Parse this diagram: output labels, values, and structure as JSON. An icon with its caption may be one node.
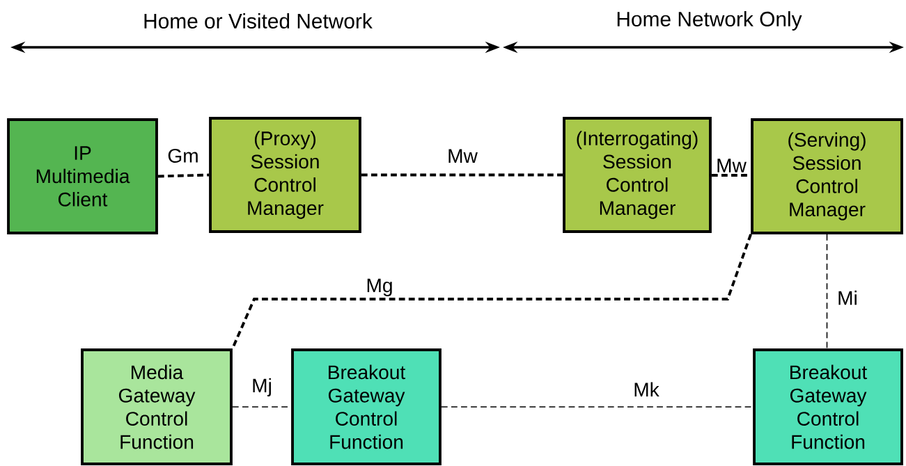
{
  "diagram": {
    "nodes": [
      {
        "text": [
          "IP Multimedia Client"
        ]
      },
      {
        "text": [
          "(Proxy) Session Control Manager"
        ]
      },
      {
        "text": [
          "(Interrogating) Session Control Manager"
        ]
      },
      {
        "text": [
          "(Serving) Session Control Manager"
        ]
      },
      {
        "text": [
          "Media Gateway Control Function"
        ]
      },
      {
        "text": [
          "Breakout Gateway Control Function"
        ]
      },
      {
        "text": [
          "Breakout Gateway Control Function"
        ]
      }
    ],
    "edges": [
      {
        "from": 0,
        "to": 1,
        "arrow": "none",
        "label": "Gm",
        "style": "dashed"
      },
      {
        "from": 1,
        "to": 2,
        "arrow": "none",
        "label": "Mw",
        "style": "dashed"
      },
      {
        "from": 2,
        "to": 3,
        "arrow": "none",
        "label": "Mw",
        "style": "dashed"
      },
      {
        "from": 3,
        "to": 4,
        "arrow": "none",
        "label": "Mg",
        "style": "dashed"
      },
      {
        "from": 3,
        "to": 6,
        "arrow": "none",
        "label": "Mi",
        "style": "dashed"
      },
      {
        "from": 4,
        "to": 5,
        "arrow": "none",
        "label": "Mj",
        "style": "dashed"
      },
      {
        "from": 5,
        "to": 6,
        "arrow": "none",
        "label": "Mk",
        "style": "dashed"
      }
    ],
    "labels": [
      "Home or Visited Network",
      "Home Network Only"
    ]
  }
}
